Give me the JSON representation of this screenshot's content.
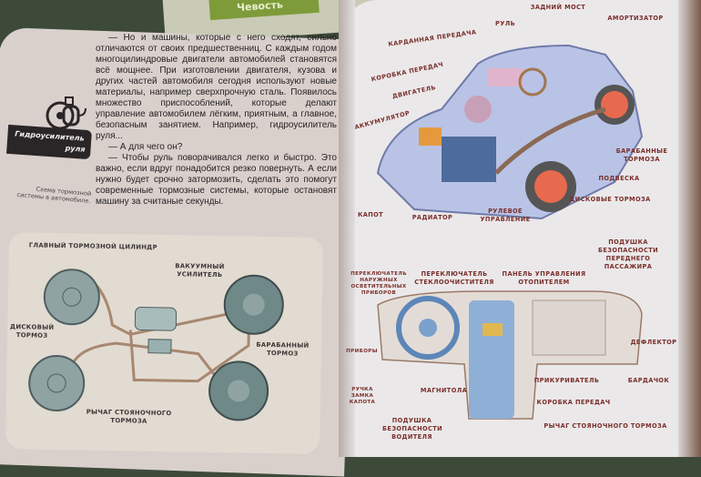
{
  "background": {
    "book_spine_text": "Чевость"
  },
  "left_page": {
    "paragraphs": [
      "— Но и машины, которые с него сходят, сильно отличаются от своих предшественниц. С каждым годом многоцилиндровые двигатели автомобилей становятся всё мощнее. При изготовлении двигателя, кузова и других частей автомобиля сегодня используют новые материалы, например сверхпрочную сталь. Появилось множество приспособлений, которые делают управление автомобилем лёгким, приятным, а главное, безопасным занятием. Например, гидроусилитель руля...",
      "— А для чего он?",
      "— Чтобы руль поворачивался легко и быстро. Это важно, если вдруг понадобится резко повернуть. А если нужно будет срочно затормозить, сделать это помогут современные тормозные системы, которые остановят машину за считаные секунды."
    ],
    "badge": {
      "line1": "Гидроусилитель",
      "line2": "руля"
    },
    "caption": "Схема тормозной системы в автомобиле.",
    "brake_diagram": {
      "labels": {
        "master_cylinder": "ГЛАВНЫЙ ТОРМОЗНОЙ ЦИЛИНДР",
        "vacuum_booster": "ВАКУУМНЫЙ УСИЛИТЕЛЬ",
        "disc_brake": "ДИСКОВЫЙ ТОРМОЗ",
        "drum_brake": "БАРАБАННЫЙ ТОРМОЗ",
        "parking_lever": "РЫЧАГ СТОЯНОЧНОГО ТОРМОЗА"
      }
    }
  },
  "right_page": {
    "car_diagram": {
      "labels": {
        "rear_axle": "ЗАДНИЙ МОСТ",
        "shock": "АМОРТИЗАТОР",
        "wheel": "РУЛЬ",
        "driveshaft": "КАРДАННАЯ ПЕРЕДАЧА",
        "gearbox": "КОРОБКА ПЕРЕДАЧ",
        "engine": "ДВИГАТЕЛЬ",
        "battery": "АККУМУЛЯТОР",
        "drum": "БАРАБАННЫЕ ТОРМОЗА",
        "suspension": "ПОДВЕСКА",
        "disc": "ДИСКОВЫЕ ТОРМОЗА",
        "hood": "КАПОТ",
        "radiator": "РАДИАТОР",
        "steering": "РУЛЕВОЕ УПРАВЛЕНИЕ"
      }
    },
    "dash_diagram": {
      "labels": {
        "lights_switch": "ПЕРЕКЛЮЧАТЕЛЬ НАРУЖНЫХ ОСВЕТИТЕЛЬНЫХ ПРИБОРОВ",
        "wiper_switch": "ПЕРЕКЛЮЧАТЕЛЬ СТЕКЛООЧИСТИТЕЛЯ",
        "heater_panel": "ПАНЕЛЬ УПРАВЛЕНИЯ ОТОПИТЕЛЕМ",
        "passenger_airbag": "ПОДУШКА БЕЗОПАСНОСТИ ПЕРЕДНЕГО ПАССАЖИРА",
        "instruments": "ПРИБОРЫ",
        "deflector": "ДЕФЛЕКТОР",
        "hood_latch": "РУЧКА ЗАМКА КАПОТА",
        "radio": "МАГНИТОЛА",
        "lighter": "ПРИКУРИВАТЕЛЬ",
        "glovebox": "БАРДАЧОК",
        "gearbox": "КОРОБКА ПЕРЕДАЧ",
        "driver_airbag": "ПОДУШКА БЕЗОПАСНОСТИ ВОДИТЕЛЯ",
        "parking_lever": "РЫЧАГ СТОЯНОЧНОГО ТОРМОЗА"
      }
    }
  }
}
